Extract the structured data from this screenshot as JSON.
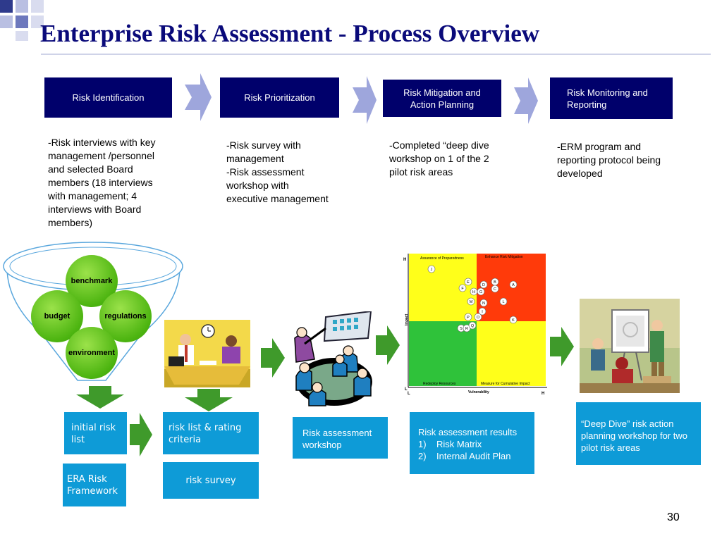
{
  "slide": {
    "title": "Enterprise Risk Assessment - Process Overview",
    "page_number": "30"
  },
  "process_steps": [
    {
      "label": "Risk Identification",
      "description": "-Risk interviews with key\nmanagement /personnel\nand selected Board\nmembers (18 interviews\nwith management; 4\ninterviews with Board\nmembers)"
    },
    {
      "label": "Risk Prioritization",
      "description": "-Risk survey with\nmanagement\n-Risk assessment\nworkshop with\nexecutive management"
    },
    {
      "label": "Risk Mitigation and\nAction Planning",
      "description": "-Completed “deep dive\nworkshop on  1 of the 2\npilot risk areas"
    },
    {
      "label": "Risk Monitoring and\nReporting",
      "description": "-ERM program and\nreporting protocol being\ndeveloped"
    }
  ],
  "funnel": {
    "circles": [
      "benchmark",
      "budget",
      "regulations",
      "environment"
    ]
  },
  "outputs": {
    "initial_risk_list": "initial risk\nlist",
    "era_framework": "ERA Risk\nFramework",
    "risk_list_criteria": " risk list & rating\ncriteria",
    "risk_survey": "risk survey",
    "risk_assessment_workshop": "Risk assessment\nworkshop",
    "results_title": "Risk assessment results",
    "results_items": [
      {
        "num": "1)",
        "text": "Risk Matrix"
      },
      {
        "num": "2)",
        "text": "Internal Audit Plan"
      }
    ],
    "deep_dive": "“Deep Dive” risk action\nplanning workshop for two\npilot risk areas"
  },
  "matrix": {
    "quadrants": [
      "Assurance of Preparedness",
      "Enhance Risk Mitigation",
      "Redeploy Resources",
      "Measure for Cumulative Impact"
    ],
    "ylabel": "Impact",
    "xlabel": "Vulnerability",
    "y_high": "H",
    "y_low": "L",
    "x_low": "L",
    "x_high": "H",
    "points": [
      "J",
      "E",
      "D",
      "B",
      "F",
      "H",
      "G",
      "C",
      "A",
      "M",
      "N",
      "L",
      "I",
      "P",
      "O",
      "K",
      "S",
      "R",
      "Q"
    ]
  },
  "colors": {
    "title": "#0a0a7a",
    "navy_box": "#00006b",
    "blue_box": "#0e9bd7",
    "chevron": "#9ea6dc",
    "green_arrow": "#3f9a2b",
    "circle_green": "#4cb410",
    "matrix_yellow": "#ffff1a",
    "matrix_red": "#ff3a0a",
    "matrix_green": "#2fc23a"
  }
}
